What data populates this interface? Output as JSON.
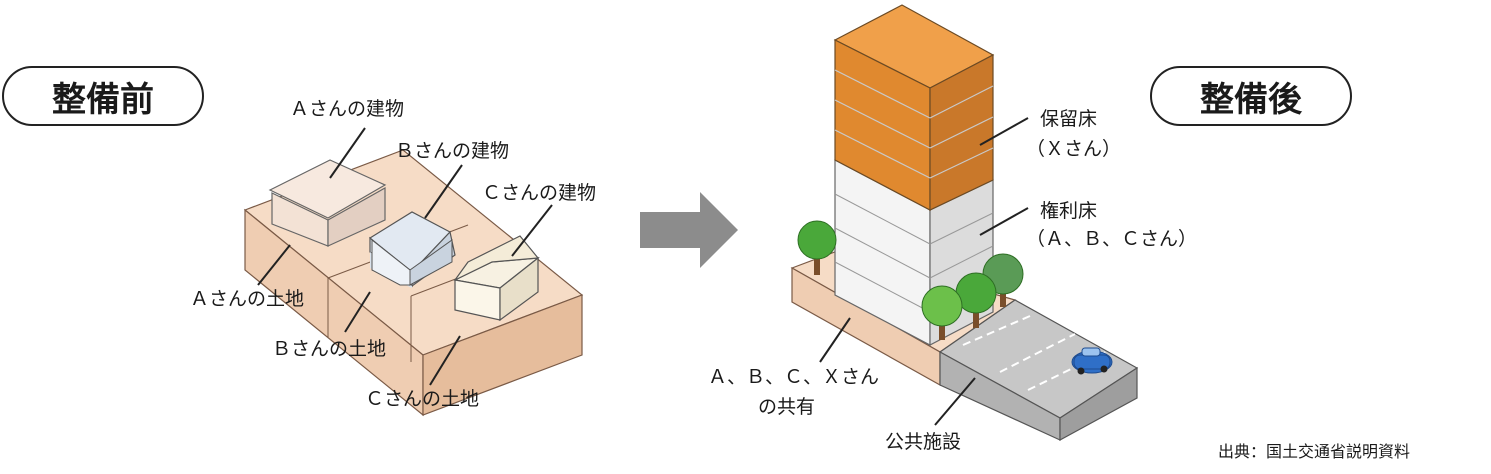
{
  "before": {
    "title": "整備前",
    "labels": {
      "building_a": "Ａさんの建物",
      "building_b": "Ｂさんの建物",
      "building_c": "Ｃさんの建物",
      "land_a": "Ａさんの土地",
      "land_b": "Ｂさんの土地",
      "land_c": "Ｃさんの土地"
    }
  },
  "after": {
    "title": "整備後",
    "labels": {
      "reserved_floor": "保留床",
      "reserved_owner": "（Ｘさん）",
      "rights_floor": "権利床",
      "rights_owners": "（Ａ、Ｂ、Ｃさん）",
      "shared_line1": "Ａ、Ｂ、Ｃ、Ｘさん",
      "shared_line2": "の共有",
      "public": "公共施設"
    }
  },
  "source": "出典：国土交通省説明資料",
  "colors": {
    "land": "#f2d3b9",
    "reserved_floor": "#e0892f",
    "rights_floor": "#eeeeee",
    "road": "#b9b9b9",
    "arrow": "#8c8c8c",
    "car": "#2f6fc7",
    "tree": "#4aa83a"
  }
}
